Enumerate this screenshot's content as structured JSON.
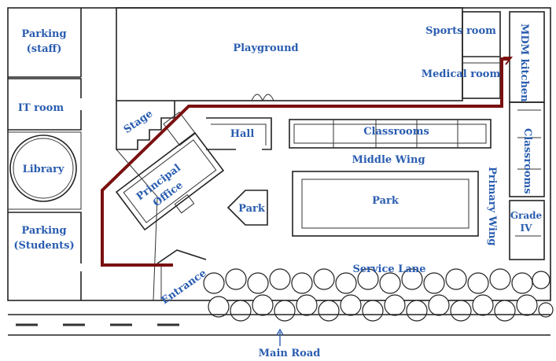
{
  "map": {
    "labels": {
      "parking_staff_1": "Parking",
      "parking_staff_2": "(staff)",
      "it_room": "IT room",
      "library": "Library",
      "parking_students_1": "Parking",
      "parking_students_2": "(Students)",
      "playground": "Playground",
      "stage": "Stage",
      "hall": "Hall",
      "principal_office_1": "Principal",
      "principal_office_2": "Office",
      "park_small": "Park",
      "park_main": "Park",
      "classrooms_middle": "Classrooms",
      "middle_wing": "Middle Wing",
      "sports_room": "Sports room",
      "medical_room": "Medical room",
      "mdm_kitchen": "MDM kitchen",
      "classrooms_right": "Classrooms",
      "primary_wing": "Primary Wing",
      "grade_iv_1": "Grade",
      "grade_iv_2": "IV",
      "service_lane": "Service Lane",
      "entrance": "Entrance",
      "main_road": "Main Road"
    },
    "colors": {
      "label": "#2a5db0",
      "route": "#7a1010",
      "lines": "#222222"
    },
    "route_description_icon": "route-path-line"
  }
}
